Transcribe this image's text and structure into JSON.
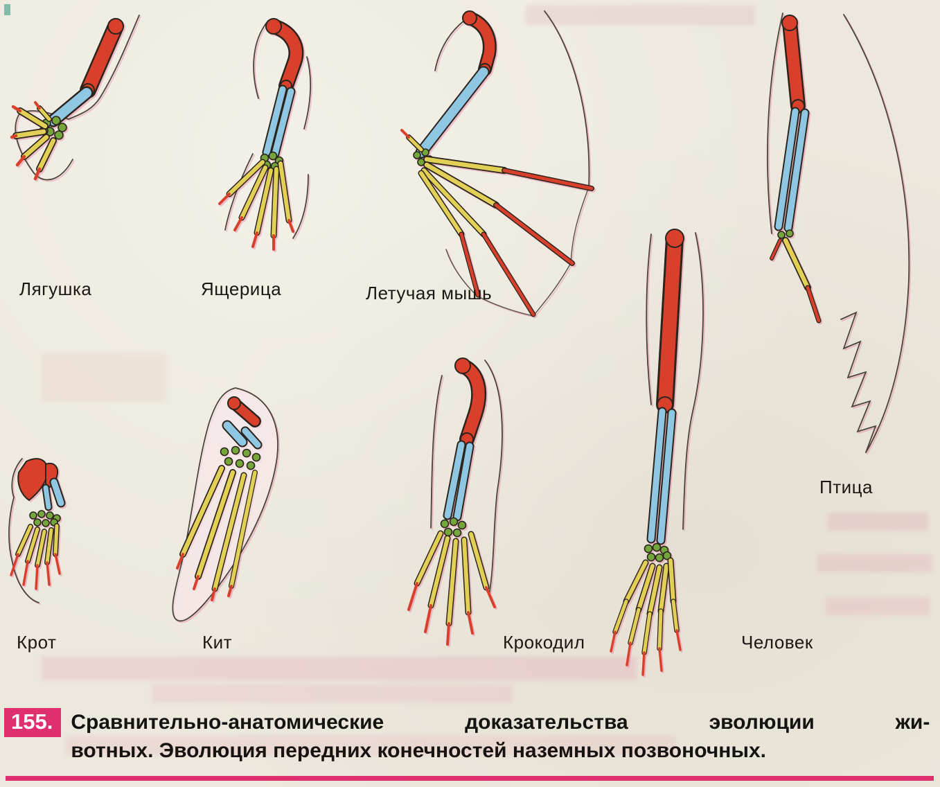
{
  "page": {
    "background_color": "#ece8dd",
    "accent_magenta": "#e02f6e"
  },
  "figure": {
    "number": "155.",
    "caption_lines": [
      "Сравнительно-анатомические доказательства эволюции жи-",
      "вотных. Эволюция передних конечностей наземных позвоночных."
    ]
  },
  "labels": {
    "frog": "Лягушка",
    "lizard": "Ящерица",
    "bat": "Летучая мышь",
    "bird": "Птица",
    "mole": "Крот",
    "whale": "Кит",
    "crocodile": "Крокодил",
    "human": "Человек"
  },
  "colors": {
    "humerus_red": "#d8402c",
    "forearm_blue": "#8fc6e2",
    "carpal_green": "#74a63c",
    "digit_yellow": "#e2cf55",
    "outline_ink": "#2b241c"
  }
}
